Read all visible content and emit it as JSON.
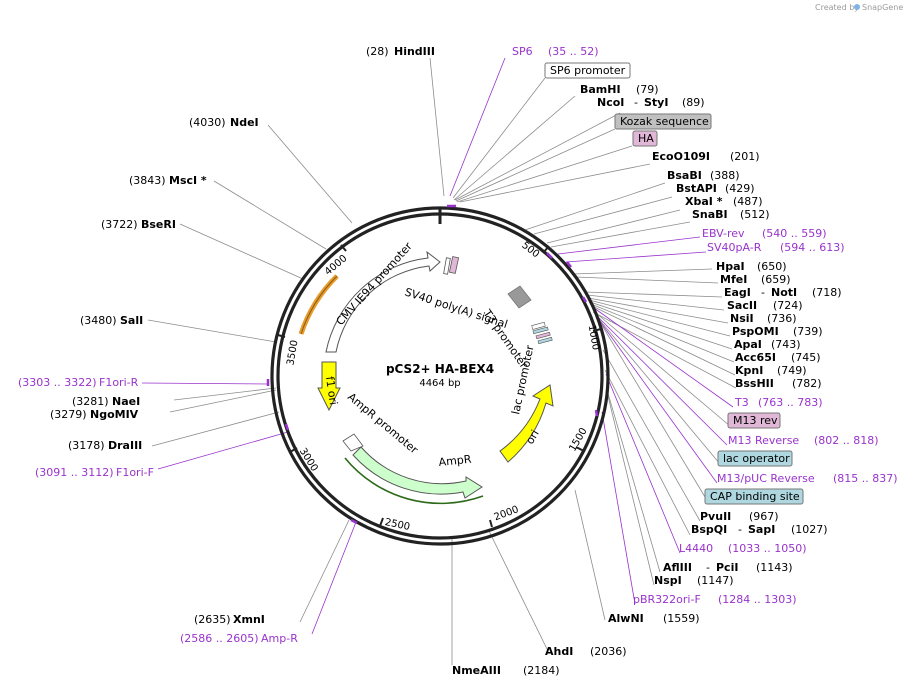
{
  "credit": {
    "prefix": "Created by",
    "brand": "SnapGene"
  },
  "plasmid": {
    "name": "pCS2+ HA-BEX4",
    "size": "4464 bp"
  },
  "colors": {
    "primer": "#9933cc",
    "backbone": "#222222",
    "ampr": "#ccffcc",
    "ori": "#ffff00",
    "f1ori": "#ffff00",
    "promoter": "#ffffff",
    "m13rev": "#e0b7d6",
    "lac_operator": "#aed7e0",
    "cap_site": "#aed7e0",
    "kozak": "#c0c0c0",
    "ha": "#e0b7d6",
    "gray_feature": "#999999"
  },
  "ticks": [
    "500",
    "1000",
    "1500",
    "2000",
    "2500",
    "3000",
    "3500",
    "4000"
  ],
  "features": {
    "cmv": "CMV IE94 promoter",
    "sv40": "SV40 poly(A) signal",
    "t3": "T3 promoter",
    "lac": "lac promoter",
    "ori": "ori",
    "ampr_promoter": "AmpR promoter",
    "ampr": "AmpR",
    "f1ori": "f1 ori"
  },
  "labels": {
    "hindiii": {
      "pos": "(28)",
      "name": "HindIII"
    },
    "sp6": {
      "name": "SP6",
      "range": "(35 .. 52)"
    },
    "sp6_promoter": {
      "name": "SP6 promoter"
    },
    "bamhi": {
      "name": "BamHI",
      "pos": "(79)"
    },
    "ncoi": {
      "name": "NcoI",
      "sep": "-",
      "name2": "StyI",
      "pos": "(89)"
    },
    "kozak": {
      "name": "Kozak sequence"
    },
    "ha": {
      "name": "HA"
    },
    "eco": {
      "name": "EcoO109I",
      "pos": "(201)"
    },
    "bsabi": {
      "name": "BsaBI",
      "pos": "(388)"
    },
    "bstapi": {
      "name": "BstAPI",
      "pos": "(429)"
    },
    "xbai": {
      "name": "XbaI *",
      "pos": "(487)"
    },
    "snabi": {
      "name": "SnaBI",
      "pos": "(512)"
    },
    "ebv": {
      "name": "EBV-rev",
      "range": "(540 .. 559)"
    },
    "sv40pa": {
      "name": "SV40pA-R",
      "range": "(594 .. 613)"
    },
    "hpai": {
      "name": "HpaI",
      "pos": "(650)"
    },
    "mfei": {
      "name": "MfeI",
      "pos": "(659)"
    },
    "eagi": {
      "name": "EagI",
      "sep": "-",
      "name2": "NotI",
      "pos": "(718)"
    },
    "sacii": {
      "name": "SacII",
      "pos": "(724)"
    },
    "nsii": {
      "name": "NsiI",
      "pos": "(736)"
    },
    "pspomi": {
      "name": "PspOMI",
      "pos": "(739)"
    },
    "apai": {
      "name": "ApaI",
      "pos": "(743)"
    },
    "acc65i": {
      "name": "Acc65I",
      "pos": "(745)"
    },
    "kpni": {
      "name": "KpnI",
      "pos": "(749)"
    },
    "bsshii": {
      "name": "BssHII",
      "pos": "(782)"
    },
    "t3": {
      "name": "T3",
      "range": "(763 .. 783)"
    },
    "m13rev": {
      "name": "M13 rev"
    },
    "m13reverse": {
      "name": "M13 Reverse",
      "range": "(802 .. 818)"
    },
    "lacop": {
      "name": "lac operator"
    },
    "m13puc": {
      "name": "M13/pUC Reverse",
      "range": "(815 .. 837)"
    },
    "cap": {
      "name": "CAP binding site"
    },
    "pvuii": {
      "name": "PvuII",
      "pos": "(967)"
    },
    "bspqi": {
      "name": "BspQI",
      "sep": "-",
      "name2": "SapI",
      "pos": "(1027)"
    },
    "l4440": {
      "name": "L4440",
      "range": "(1033 .. 1050)"
    },
    "afliii": {
      "name": "AflIII",
      "sep": "-",
      "name2": "PciI",
      "pos": "(1143)"
    },
    "nspi": {
      "name": "NspI",
      "pos": "(1147)"
    },
    "pbr": {
      "name": "pBR322ori-F",
      "range": "(1284 .. 1303)"
    },
    "alwni": {
      "name": "AlwNI",
      "pos": "(1559)"
    },
    "ahdi": {
      "name": "AhdI",
      "pos": "(2036)"
    },
    "nmeaiii": {
      "name": "NmeAIII",
      "pos": "(2184)"
    },
    "xmni": {
      "pos": "(2635)",
      "name": "XmnI"
    },
    "ampr_primer": {
      "range": "(2586 .. 2605)",
      "name": "Amp-R"
    },
    "f1orif": {
      "range": "(3091 .. 3112)",
      "name": "F1ori-F"
    },
    "draiii": {
      "pos": "(3178)",
      "name": "DraIII"
    },
    "ngomiv": {
      "pos": "(3279)",
      "name": "NgoMIV"
    },
    "naei": {
      "pos": "(3281)",
      "name": "NaeI"
    },
    "f1orir": {
      "range": "(3303 .. 3322)",
      "name": "F1ori-R"
    },
    "sali": {
      "pos": "(3480)",
      "name": "SalI"
    },
    "bseri": {
      "pos": "(3722)",
      "name": "BseRI"
    },
    "msci": {
      "pos": "(3843)",
      "name": "MscI *"
    },
    "ndei": {
      "pos": "(4030)",
      "name": "NdeI"
    }
  }
}
